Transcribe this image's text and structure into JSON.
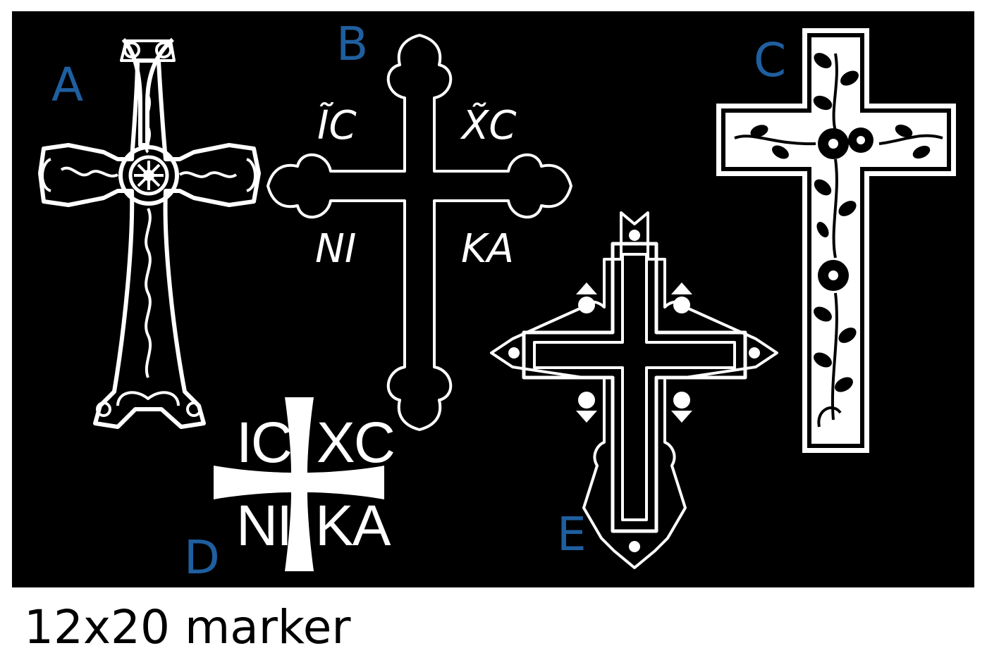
{
  "colors": {
    "panel": "#000000",
    "engraving": "#ffffff",
    "label": "#1f5fa0",
    "caption": "#000000"
  },
  "labels": {
    "a": "A",
    "b": "B",
    "c": "C",
    "d": "D",
    "e": "E"
  },
  "cross_b": {
    "tl": "ĨC",
    "tr": "X̃C",
    "bl": "NI",
    "br": "KA"
  },
  "cross_d": {
    "tl": "IC",
    "tr": "XC",
    "bl": "NI",
    "br": "KA"
  },
  "caption": "12x20 marker"
}
